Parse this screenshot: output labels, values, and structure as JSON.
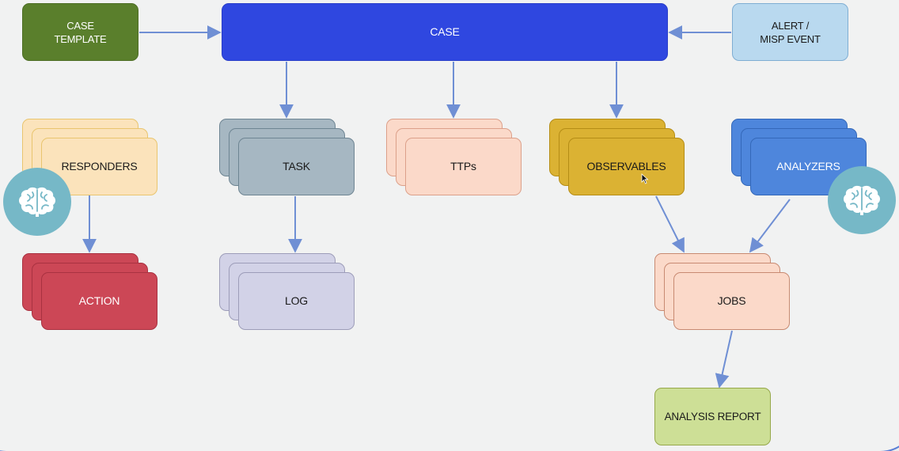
{
  "diagram": {
    "nodes": {
      "case_template": {
        "label": "CASE\nTEMPLATE"
      },
      "case": {
        "label": "CASE"
      },
      "alert": {
        "label": "ALERT /\nMISP EVENT"
      },
      "responders": {
        "label": "RESPONDERS"
      },
      "task": {
        "label": "TASK"
      },
      "ttps": {
        "label": "TTPs"
      },
      "observables": {
        "label": "OBSERVABLES"
      },
      "analyzers": {
        "label": "ANALYZERS"
      },
      "action": {
        "label": "ACTION"
      },
      "log": {
        "label": "LOG"
      },
      "jobs": {
        "label": "JOBS"
      },
      "analysis_report": {
        "label": "ANALYSIS REPORT"
      }
    },
    "edges": [
      {
        "from": "case_template",
        "to": "case"
      },
      {
        "from": "alert",
        "to": "case"
      },
      {
        "from": "case",
        "to": "task"
      },
      {
        "from": "case",
        "to": "ttps"
      },
      {
        "from": "case",
        "to": "observables"
      },
      {
        "from": "responders",
        "to": "action"
      },
      {
        "from": "task",
        "to": "log"
      },
      {
        "from": "observables",
        "to": "jobs"
      },
      {
        "from": "analyzers",
        "to": "jobs"
      },
      {
        "from": "jobs",
        "to": "analysis_report"
      }
    ],
    "icons": [
      "brain-icon",
      "brain-icon"
    ],
    "colors": {
      "edge": "#6f8fd4",
      "case": "#2f47e0",
      "case_template": "#5a7f2c",
      "alert": "#b9d9ef",
      "responders": "#fbe3bb",
      "task": "#a6b7c2",
      "ttps": "#fbd9c9",
      "observables": "#dbb233",
      "analyzers": "#4e86dc",
      "action": "#cc4756",
      "log": "#d2d2e7",
      "jobs": "#fbd9c9",
      "analysis_report": "#cddf96",
      "brain_bg": "#76b8c7"
    }
  }
}
